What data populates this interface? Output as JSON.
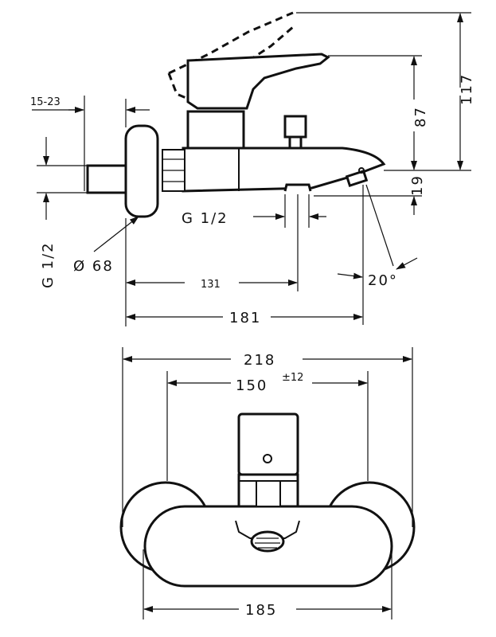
{
  "side_view": {
    "dim_15_23": "15-23",
    "dim_117": "117",
    "dim_87": "87",
    "dim_19": "19",
    "dim_g12_left": "G 1/2",
    "dim_g12_bottom": "G 1/2",
    "dim_d68": "Ø 68",
    "dim_131": "131",
    "dim_181": "181",
    "dim_20deg": "20°"
  },
  "front_view": {
    "dim_218": "218",
    "dim_150": "150",
    "dim_150_tol": "±12",
    "dim_185": "185"
  }
}
